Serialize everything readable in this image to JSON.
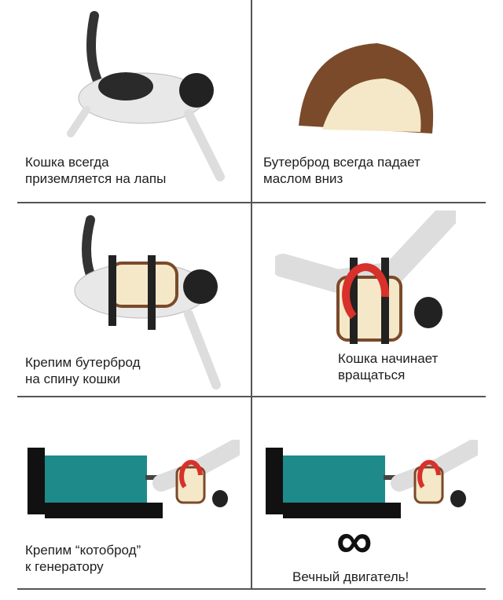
{
  "panels": [
    {
      "caption_line1": "Кошка всегда",
      "caption_line2": "приземляется на лапы"
    },
    {
      "caption_line1": "Бутерброд всегда падает",
      "caption_line2": "маслом вниз"
    },
    {
      "caption_line1": "Крепим бутерброд",
      "caption_line2": "на спину кошки"
    },
    {
      "caption_line1": "Кошка начинает",
      "caption_line2": "вращаться"
    },
    {
      "caption_line1": "Крепим “котоброд”",
      "caption_line2": "к генератору"
    },
    {
      "symbol": "∞",
      "caption_line1": "Вечный двигатель!"
    }
  ]
}
